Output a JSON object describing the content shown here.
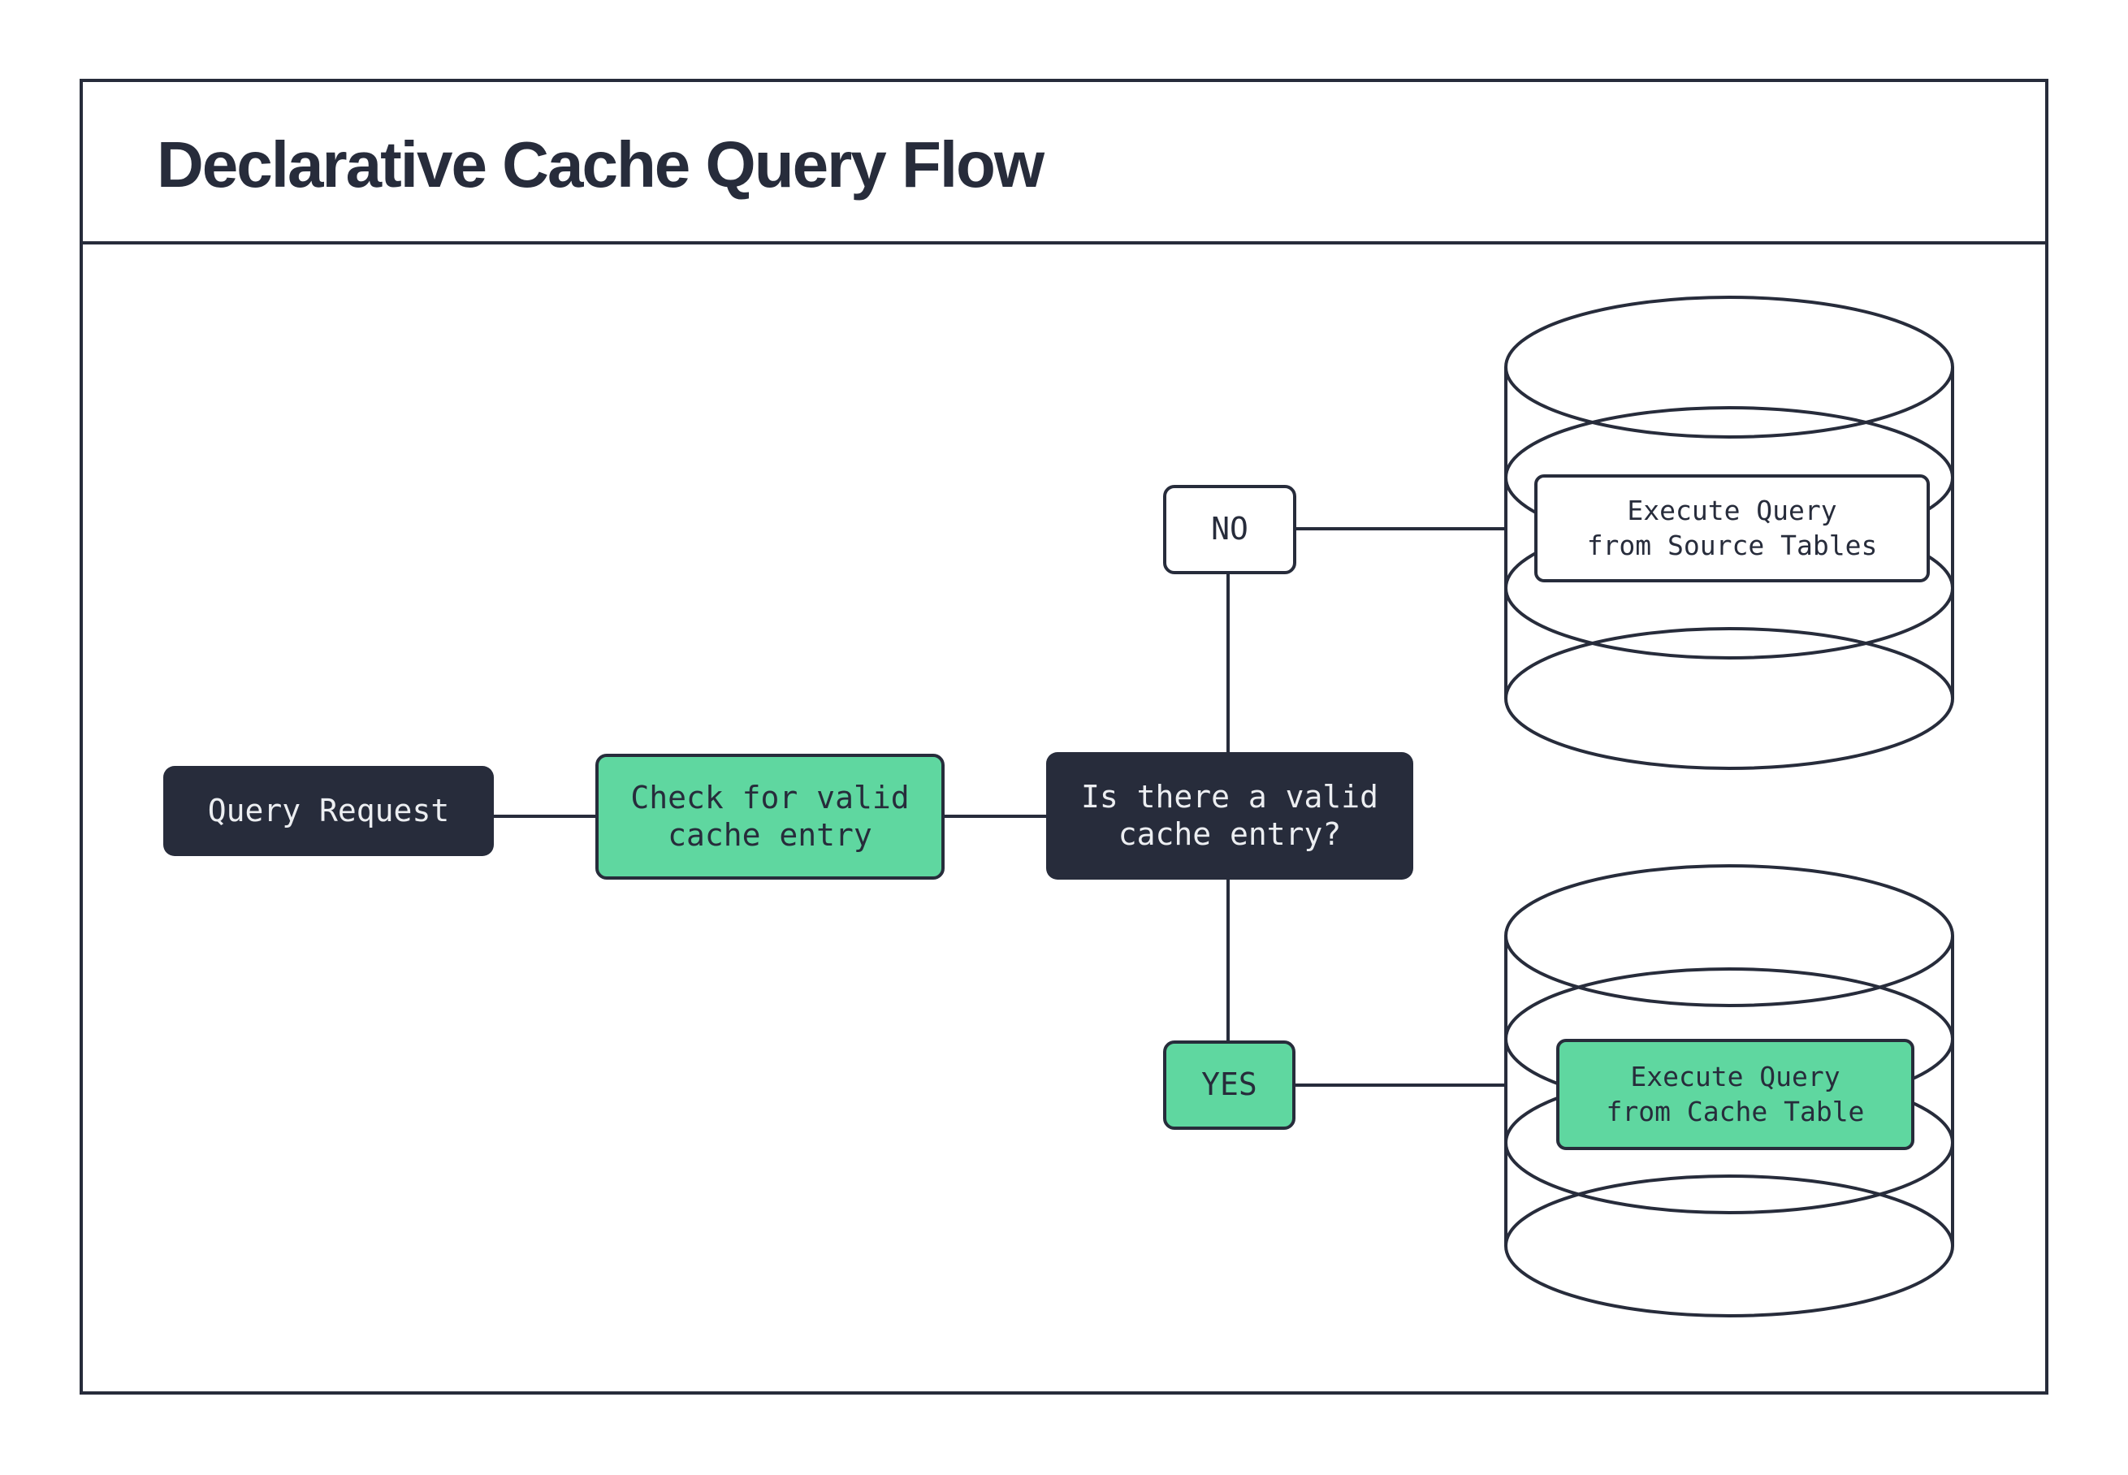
{
  "title": "Declarative Cache Query Flow",
  "colors": {
    "ink": "#272c3b",
    "green": "#5fd7a0",
    "paper": "#ffffff",
    "light-text": "#eceef1"
  },
  "flow": {
    "query_request": {
      "label": "Query Request"
    },
    "check_cache": {
      "line1": "Check for valid",
      "line2": "cache entry"
    },
    "decision": {
      "line1": "Is there a valid",
      "line2": "cache entry?"
    },
    "branch_no": {
      "label": "NO"
    },
    "branch_yes": {
      "label": "YES"
    },
    "source_db": {
      "icon": "database-cylinder-icon",
      "line1": "Execute Query",
      "line2": "from Source Tables"
    },
    "cache_db": {
      "icon": "database-cylinder-icon",
      "line1": "Execute Query",
      "line2": "from Cache Table"
    }
  }
}
